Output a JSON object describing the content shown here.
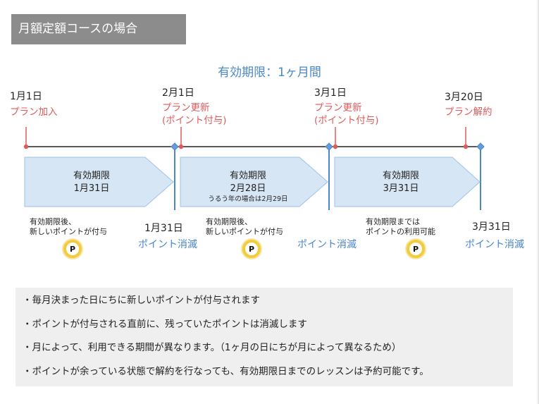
{
  "title": "月額定額コースの場合",
  "validity_heading": "有効期限：1ヶ月間",
  "events": [
    {
      "date": "1月1日",
      "action": "プラン加入"
    },
    {
      "date": "2月1日",
      "action": "プラン更新",
      "note": "(ポイント付与)"
    },
    {
      "date": "3月1日",
      "action": "プラン更新",
      "note": "(ポイント付与)"
    },
    {
      "date": "3月20日",
      "action": "プラン解約"
    }
  ],
  "periods": [
    {
      "label": "有効期限",
      "date": "1月31日"
    },
    {
      "label": "有効期限",
      "date": "2月28日",
      "sub": "うるう年の場合は2月29日"
    },
    {
      "label": "有効期限",
      "date": "3月31日"
    }
  ],
  "expiries": [
    {
      "date": "1月31日",
      "label": "ポイント消滅"
    },
    {
      "date": "3月31日",
      "label": "ポイント消滅"
    }
  ],
  "expiry_label_mid": "ポイント消滅",
  "point_notes": [
    {
      "line1": "有効期限後、",
      "line2": "新しいポイントが付与"
    },
    {
      "line1": "有効期限後、",
      "line2": "新しいポイントが付与"
    },
    {
      "line1": "有効期限までは",
      "line2": "ポイントの利用可能"
    }
  ],
  "coin_symbol": "P",
  "notes": [
    "・毎月決まった日にちに新しいポイントが付与されます",
    "・ポイントが付与される直前に、残っていたポイントは消滅します",
    "・月によって、利用できる期間が異なります。（1ヶ月の日にちが月によって異なるため）",
    "・ポイントが余っている状態で解約を行なっても、有効期限日までのレッスンは予約可能です。"
  ],
  "colors": {
    "title_bg": "#8c8c8c",
    "accent_blue": "#4a86c8",
    "accent_red": "#e05a5a",
    "arrow_fill": "#d6e6f5",
    "arrow_stroke": "#9ec3e6",
    "coin": "#f3cc3e",
    "notes_bg": "#efefef"
  }
}
